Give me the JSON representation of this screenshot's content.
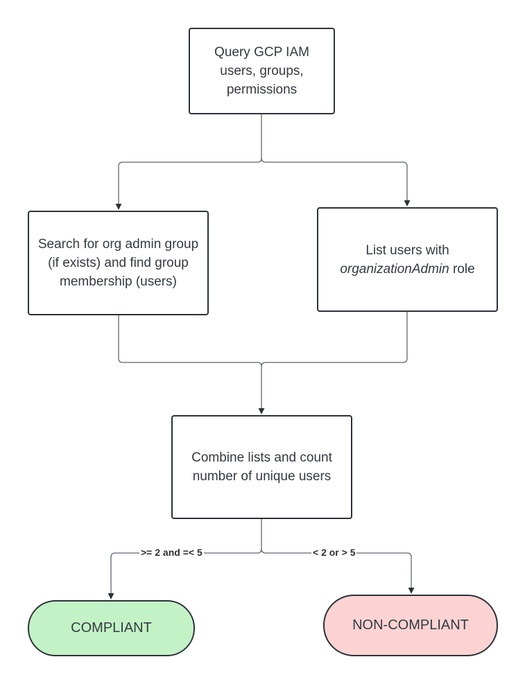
{
  "nodes": {
    "query": {
      "text": "Query GCP IAM users, groups, permissions"
    },
    "search_group": {
      "text": "Search for org admin group (if exists) and find group membership (users)"
    },
    "list_users": {
      "line1": "List users with",
      "role_name": "organizationAdmin",
      "role_suffix": " role"
    },
    "combine": {
      "text": "Combine lists and count number of unique users"
    }
  },
  "branches": {
    "compliant_condition": ">= 2 and =< 5",
    "noncompliant_condition": "< 2 or > 5"
  },
  "outcomes": {
    "compliant": {
      "label": "COMPLIANT",
      "fill": "#c3f2c6"
    },
    "noncompliant": {
      "label": "NON-COMPLIANT",
      "fill": "#fbd3d3"
    }
  },
  "colors": {
    "stroke": "#2c3138",
    "connector": "#5d6670",
    "text": "#333a40"
  }
}
